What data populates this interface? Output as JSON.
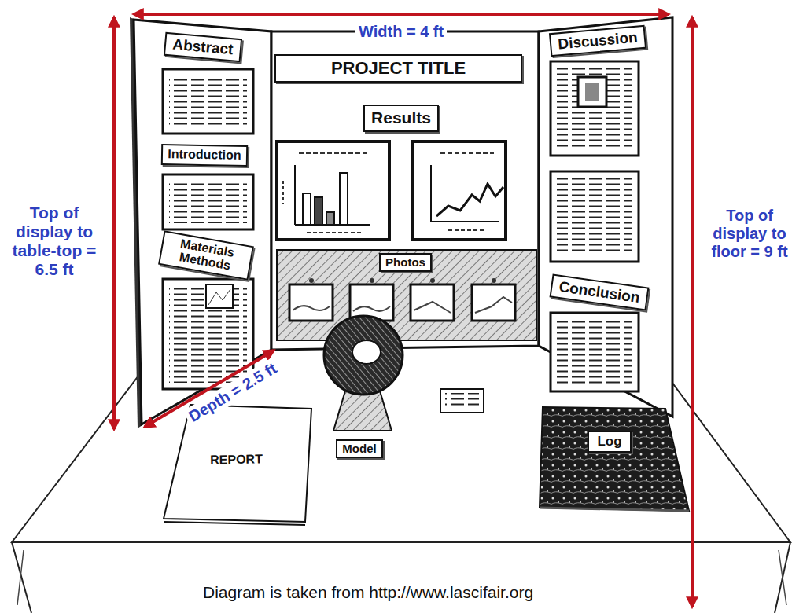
{
  "diagram": {
    "caption": "Diagram is taken from http://www.lascifair.org",
    "nodes": [
      {
        "text": [
          "Abstract"
        ]
      },
      {
        "text": [
          "PROJECT TITLE"
        ]
      },
      {
        "text": [
          "Discussion"
        ]
      },
      {
        "text": [
          "Results"
        ]
      },
      {
        "text": [
          "Introduction"
        ]
      },
      {
        "text": [
          "Materials Methods"
        ]
      },
      {
        "text": [
          "Photos"
        ]
      },
      {
        "text": [
          "Conclusion"
        ]
      },
      {
        "text": [
          "REPORT"
        ]
      },
      {
        "text": [
          "Model"
        ]
      },
      {
        "text": [
          "Log"
        ]
      }
    ],
    "labels": [
      "Width = 4 ft",
      "Top of display to table-top = 6.5 ft",
      "Top of display to floor = 9 ft",
      "Depth = 2.5 ft"
    ]
  }
}
